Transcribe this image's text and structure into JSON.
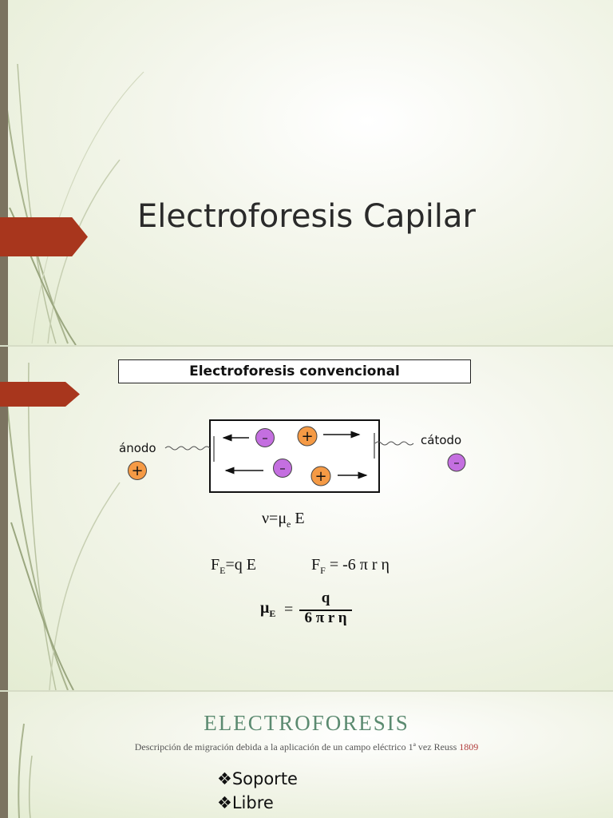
{
  "slide1": {
    "title": "Electroforesis Capilar"
  },
  "slide2": {
    "box_title": "Electroforesis convencional",
    "anode_label": "ánodo",
    "cathode_label": "cátodo",
    "plus_sign": "+",
    "minus_sign": "–",
    "eq1": {
      "lhs": "ν=μ",
      "sub": "e",
      "rhs": " E"
    },
    "eq2": {
      "lhs": "F",
      "sub": "E",
      "rhs": "=q E"
    },
    "eq3": {
      "lhs": "F",
      "sub": "F",
      "rhs": " = -6 π r η"
    },
    "eq4": {
      "lhs": "μ",
      "sub": "E",
      "eqsign": "=",
      "numerator": "q",
      "denominator": "6 π r η"
    }
  },
  "slide3": {
    "title": "ELECTROFORESIS",
    "description": "Descripción de migración debida a la aplicación de un campo eléctrico 1ª vez Reuss",
    "year": "1809",
    "bullets": [
      "❖Soporte",
      "❖Libre"
    ]
  },
  "colors": {
    "accent_arrow": "#a8361d",
    "sidebar": "#7b7360",
    "plus_ion": "#f59a45",
    "minus_ion": "#c46fe0",
    "title3": "#5b8a70"
  }
}
